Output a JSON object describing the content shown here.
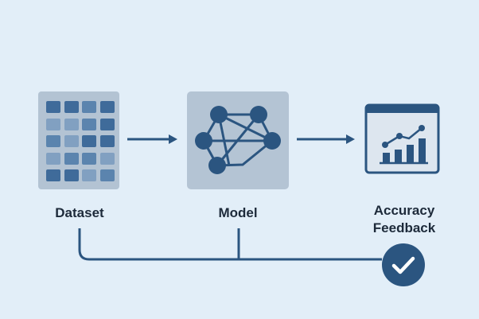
{
  "nodes": {
    "dataset": {
      "label": "Dataset",
      "icon": "data-grid-icon"
    },
    "model": {
      "label": "Model",
      "icon": "neural-network-icon"
    },
    "accuracy": {
      "label_line1": "Accuracy",
      "label_line2": "Feedback",
      "icon": "chart-window-icon"
    }
  },
  "feedback_badge": {
    "icon": "checkmark-icon"
  },
  "colors": {
    "background": "#e2eef8",
    "primary": "#2b5580",
    "panel": "#b3c3d3",
    "cell_dark": "#3f6b9a",
    "cell_mid": "#5b84ae",
    "cell_light": "#81a0c1"
  }
}
